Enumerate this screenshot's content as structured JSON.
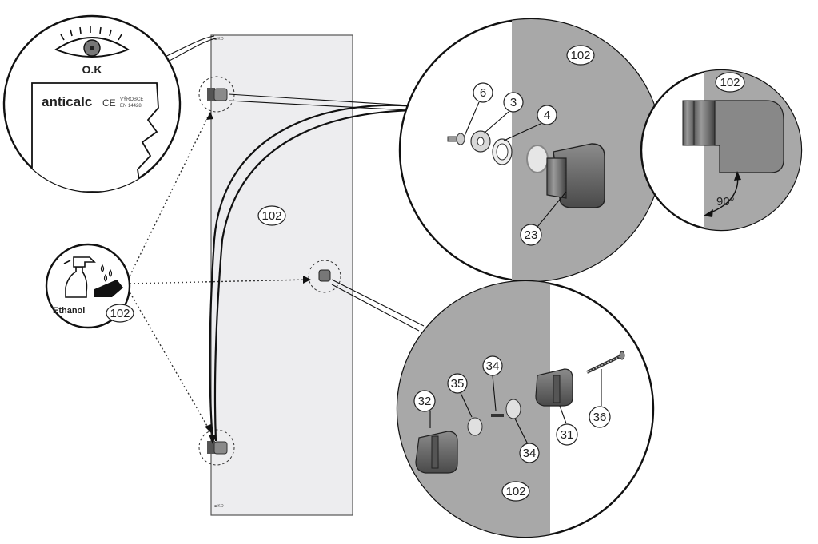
{
  "eye_check": {
    "label": "O.K"
  },
  "label_sample": {
    "brand": "anticalc",
    "ce_mark": "CE",
    "maker_line": "VÝROBCE",
    "norm_line": "EN 14428"
  },
  "cleaning": {
    "agent_label": "Ethanol",
    "panel_ref": "102"
  },
  "panel": {
    "ref": "102"
  },
  "detail_top": {
    "panel_ref": "102",
    "parts": [
      "6",
      "3",
      "4",
      "23"
    ]
  },
  "detail_angle": {
    "panel_ref": "102",
    "angle": "90°"
  },
  "detail_bottom": {
    "panel_ref": "102",
    "parts": [
      "32",
      "35",
      "34",
      "34",
      "31",
      "36"
    ]
  }
}
